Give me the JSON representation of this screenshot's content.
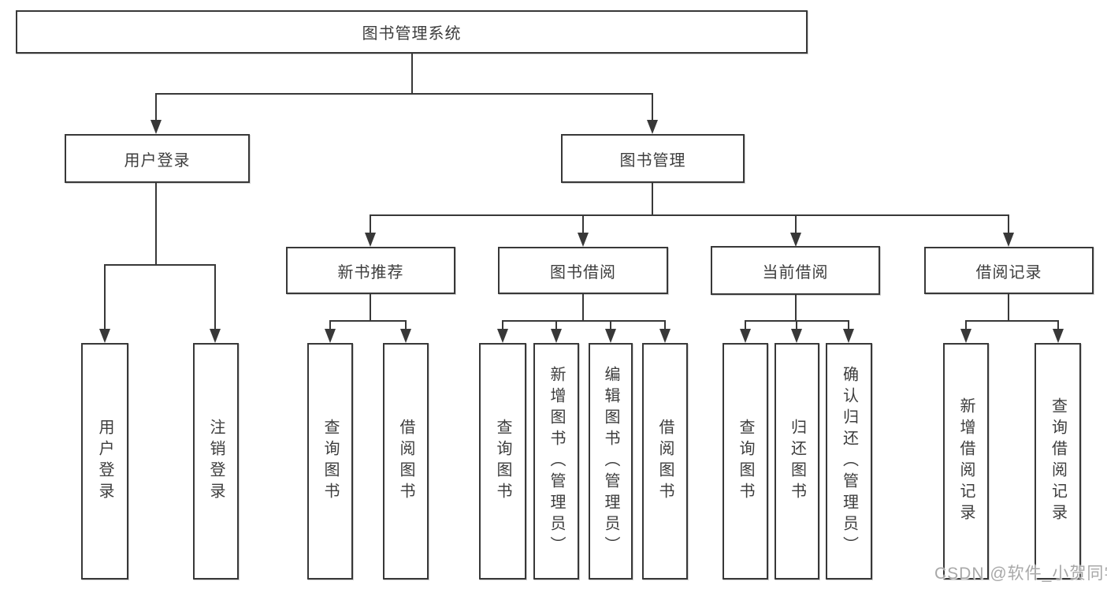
{
  "diagram": {
    "root": "图书管理系统",
    "level2": [
      "用户登录",
      "图书管理"
    ],
    "level3": [
      "新书推荐",
      "图书借阅",
      "当前借阅",
      "借阅记录"
    ],
    "leaves": {
      "user_login": [
        "用户登录",
        "注销登录"
      ],
      "new_book_rec": [
        "查询图书",
        "借阅图书"
      ],
      "book_borrow": [
        "查询图书",
        "新增图书（管理员）",
        "编辑图书（管理员）",
        "借阅图书"
      ],
      "current_borrow": [
        "查询图书",
        "归还图书",
        "确认归还（管理员）"
      ],
      "borrow_record": [
        "新增借阅记录",
        "查询借阅记录"
      ]
    }
  },
  "watermark": "CSDN @软件_小贺同学",
  "colors": {
    "line": "#383838",
    "text": "#3d3d3d",
    "background": "#ffffff",
    "watermark": "#a8a8a8"
  }
}
